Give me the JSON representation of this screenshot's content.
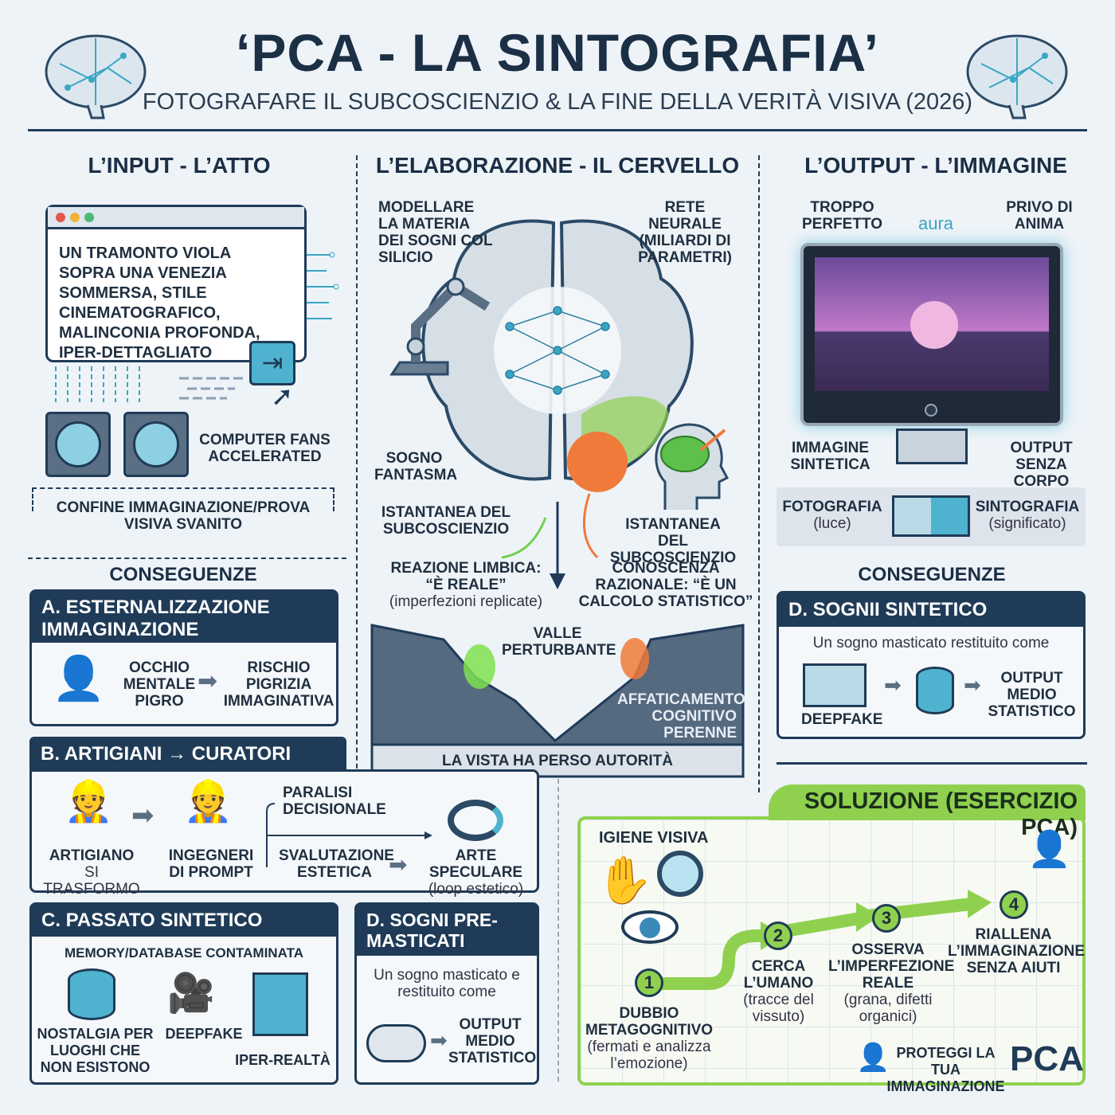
{
  "title": "‘PCA - LA SINTOGRAFIA’",
  "subtitle": "FOTOGRAFARE IL SUBCOSCIENZIO & LA FINE DELLA VERITÀ VISIVA (2026)",
  "input": {
    "heading": "L’INPUT - L’ATTO",
    "prompt": "UN TRAMONTO VIOLA SOPRA UNA VENEZIA SOMMERSA, STILE CINEMATOGRAFICO, MALINCONIA PROFONDA, IPER-DETTAGLIATO",
    "fans_label": "COMPUTER FANS ACCELERATED",
    "boundary": "CONFINE IMMAGINAZIONE/PROVA VISIVA SVANITO"
  },
  "processing": {
    "heading": "L’ELABORAZIONE - IL CERVELLO",
    "modellare": "MODELLARE LA MATERIA DEI SOGNI COL SILICIO",
    "rete": "RETE NEURALE (MILIARDI DI PARAMETRI)",
    "sogno": "SOGNO FANTASMA",
    "istantanea_left": "ISTANTANEA DEL SUBCOSCIENZIO",
    "istantanea_right": "ISTANTANEA DEL SUBCOSCIENZIO",
    "limbica_bold": "REAZIONE LIMBICA: “È REALE”",
    "limbica_note": "(imperfezioni replicate)",
    "razionale": "CONOSCENZA RAZIONALE: “È UN CALCOLO STATISTICO”",
    "valle": "VALLE PERTURBANTE",
    "affaticamento": "AFFATICAMENTO COGNITIVO PERENNE",
    "vista": "LA VISTA HA PERSO AUTORITÀ"
  },
  "output": {
    "heading": "L’OUTPUT - L’IMMAGINE",
    "troppo": "TROPPO PERFETTO",
    "aura": "aura",
    "privo": "PRIVO DI ANIMA",
    "immagine": "IMMAGINE SINTETICA",
    "senza_corpo": "OUTPUT SENZA CORPO",
    "foto": "FOTOGRAFIA",
    "foto_sub": "(luce)",
    "sinto": "SINTOGRAFIA",
    "sinto_sub": "(significato)"
  },
  "consequences_left": {
    "heading": "CONSEGUENZE",
    "a": {
      "title": "A. ESTERNALIZZAZIONE IMMAGINAZIONE",
      "left": "OCCHIO MENTALE PIGRO",
      "right": "RISCHIO PIGRIZIA IMMAGINATIVA"
    },
    "b": {
      "title": "B. ARTIGIANI → CURATORI",
      "artigiano": "ARTIGIANO",
      "artigiano_sub": "SI TRASFORMO",
      "ingegneri": "INGEGNERI DI PROMPT",
      "paralisi": "PARALISI DECISIONALE",
      "svalutazione": "SVALUTAZIONE ESTETICA",
      "arte": "ARTE SPECULARE",
      "arte_sub": "(loop estetico)"
    },
    "c": {
      "title": "C. PASSATO SINTETICO",
      "sub": "MEMORY/DATABASE CONTAMINATA",
      "nostalgia": "NOSTALGIA PER LUOGHI CHE NON ESISTONO",
      "deepfake": "DEEPFAKE",
      "iper": "IPER-REALTÀ"
    },
    "d": {
      "title": "D. SOGNI PRE-MASTICATI",
      "text": "Un sogno masticato e restituito come",
      "output": "OUTPUT MEDIO STATISTICO"
    }
  },
  "consequences_right": {
    "heading": "CONSEGUENZE",
    "d": {
      "title": "D. SOGNII SINTETICO",
      "text": "Un sogno masticato restituito come",
      "deepfake": "DEEPFAKE",
      "output": "OUTPUT MEDIO STATISTICO"
    }
  },
  "solution": {
    "title": "SOLUZIONE (ESERCIZIO PCA)",
    "igiene": "IGIENE VISIVA",
    "steps": [
      {
        "n": "1",
        "title": "DUBBIO METAGOGNITIVO",
        "note": "(fermati e analizza l’emozione)"
      },
      {
        "n": "2",
        "title": "CERCA L’UMANO",
        "note": "(tracce del vissuto)"
      },
      {
        "n": "3",
        "title": "OSSERVA L’IMPERFEZIONE REALE",
        "note": "(grana, difetti organici)"
      },
      {
        "n": "4",
        "title": "RIALLENA L’IMMAGINAZIONE SENZA AIUTI",
        "note": ""
      }
    ],
    "protect": "PROTEGGI LA TUA IMMAGINAZIONE",
    "logo": "PCA"
  },
  "colors": {
    "navy": "#1f3b57",
    "green": "#8fd14f",
    "orange": "#f07a3a",
    "teal": "#3aa6c4",
    "bg": "#eef3f8"
  }
}
